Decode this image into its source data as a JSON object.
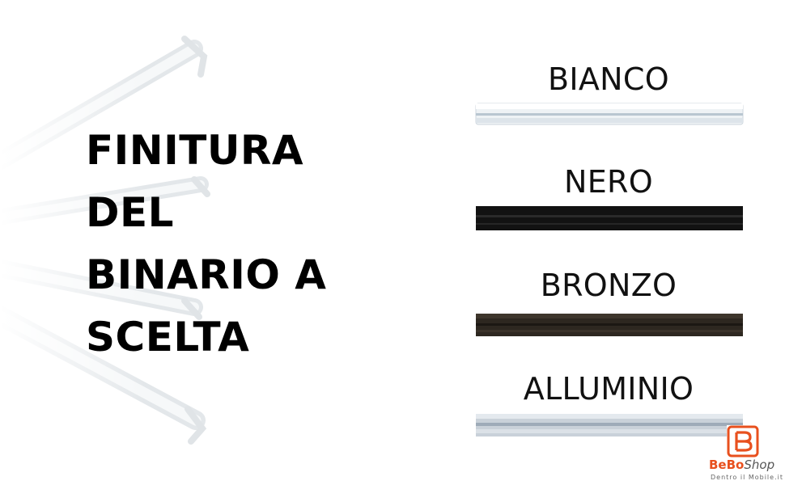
{
  "headline": {
    "lines": [
      "FINITURA",
      "DEL",
      "BINARIO A",
      "SCELTA"
    ]
  },
  "finishes": [
    {
      "label": "BIANCO",
      "color": "#e9eef2",
      "edge": "#c9d3db"
    },
    {
      "label": "NERO",
      "color": "#111111",
      "edge": "#000000"
    },
    {
      "label": "BRONZO",
      "color": "#2c261f",
      "edge": "#1a1612"
    },
    {
      "label": "ALLUMINIO",
      "color": "#c8d0d8",
      "edge": "#9aa6b2"
    }
  ],
  "logo": {
    "brand": "BeBo",
    "shop": "Shop",
    "tagline": "Dentro il Mobile.it",
    "accent": "#e8501e"
  }
}
